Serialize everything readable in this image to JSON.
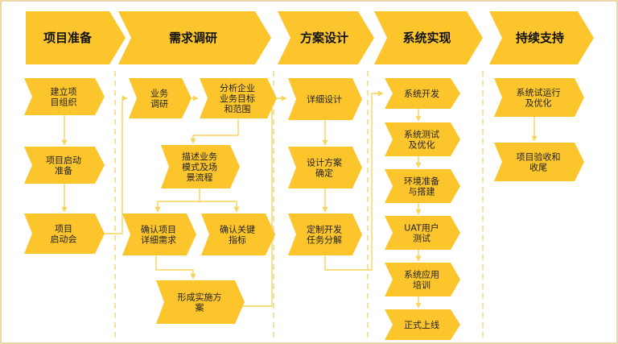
{
  "colors": {
    "frame": "#e6ca8a",
    "shape_fill": "#fcc52c",
    "connector": "#f8d45a",
    "divider": "#f5d98a",
    "text": "#222222"
  },
  "phases": [
    {
      "id": "phase-1",
      "label": "项目准备"
    },
    {
      "id": "phase-2",
      "label": "需求调研"
    },
    {
      "id": "phase-3",
      "label": "方案设计"
    },
    {
      "id": "phase-4",
      "label": "系统实现"
    },
    {
      "id": "phase-5",
      "label": "持续支持"
    }
  ],
  "steps": [
    {
      "id": "s1",
      "lines": [
        "建立项",
        "目组织"
      ]
    },
    {
      "id": "s2",
      "lines": [
        "项目启动",
        "准备"
      ]
    },
    {
      "id": "s3",
      "lines": [
        "项目",
        "启动会"
      ]
    },
    {
      "id": "s4",
      "lines": [
        "业务",
        "调研"
      ]
    },
    {
      "id": "s5",
      "lines": [
        "分析企业",
        "业务目标",
        "和范围"
      ]
    },
    {
      "id": "s6",
      "lines": [
        "描述业务",
        "模式及场",
        "景流程"
      ]
    },
    {
      "id": "s7",
      "lines": [
        "确认项目",
        "详细需求"
      ]
    },
    {
      "id": "s8",
      "lines": [
        "确认关键",
        "指标"
      ]
    },
    {
      "id": "s9",
      "lines": [
        "形成实施方",
        "案"
      ]
    },
    {
      "id": "s10",
      "lines": [
        "详细设计"
      ]
    },
    {
      "id": "s11",
      "lines": [
        "设计方案",
        "确定"
      ]
    },
    {
      "id": "s12",
      "lines": [
        "定制开发",
        "任务分解"
      ]
    },
    {
      "id": "s13",
      "lines": [
        "系统开发"
      ]
    },
    {
      "id": "s14",
      "lines": [
        "系统测试",
        "及优化"
      ]
    },
    {
      "id": "s15",
      "lines": [
        "环境准备",
        "与搭建"
      ]
    },
    {
      "id": "s16",
      "lines": [
        "UAT用户",
        "测试"
      ]
    },
    {
      "id": "s17",
      "lines": [
        "系统应用",
        "培训"
      ]
    },
    {
      "id": "s18",
      "lines": [
        "正式上线"
      ]
    },
    {
      "id": "s19",
      "lines": [
        "系统试运行",
        "及优化"
      ]
    },
    {
      "id": "s20",
      "lines": [
        "项目验收和",
        "收尾"
      ]
    }
  ]
}
